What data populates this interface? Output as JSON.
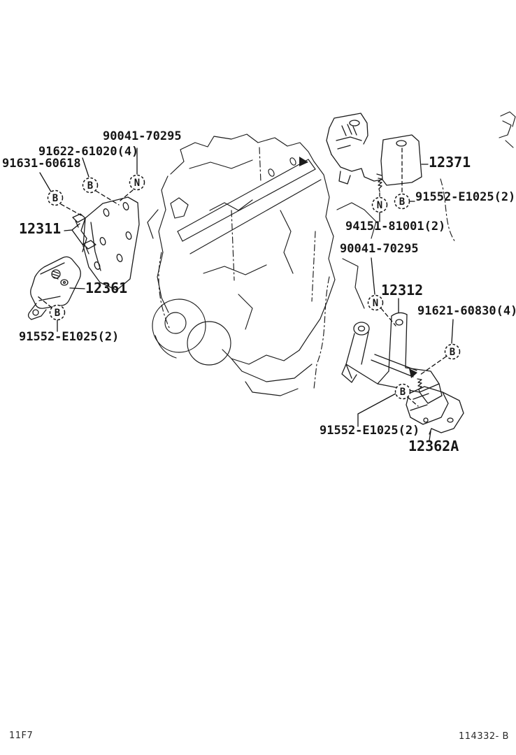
{
  "colors": {
    "background": "#ffffff",
    "ink": "#1b1b1b"
  },
  "footer": {
    "left_code": "11F7",
    "right_code": "114332- B"
  },
  "labels": [
    {
      "text": "91631-60618"
    },
    {
      "text": "91622-61020(4)"
    },
    {
      "text": "90041-70295"
    },
    {
      "text": "12311"
    },
    {
      "text": "12361"
    },
    {
      "text": "91552-E1025(2)"
    },
    {
      "text": "12371"
    },
    {
      "text": "91552-E1025(2)"
    },
    {
      "text": "94151-81001(2)"
    },
    {
      "text": "90041-70295"
    },
    {
      "text": "12312"
    },
    {
      "text": "91621-60830(4)"
    },
    {
      "text": "91552-E1025(2)"
    },
    {
      "text": "12362A"
    }
  ],
  "callouts": [
    {
      "letter": "B"
    },
    {
      "letter": "B"
    },
    {
      "letter": "N"
    },
    {
      "letter": "B"
    },
    {
      "letter": "N"
    },
    {
      "letter": "B"
    },
    {
      "letter": "N"
    },
    {
      "letter": "B"
    },
    {
      "letter": "B"
    }
  ]
}
